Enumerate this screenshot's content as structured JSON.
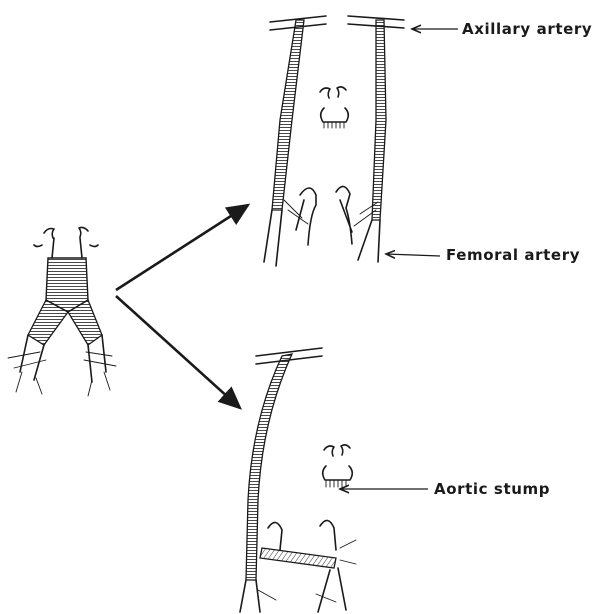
{
  "labels": {
    "axillary": "Axillary artery",
    "femoral": "Femoral artery",
    "stump": "Aortic stump"
  },
  "colors": {
    "ink": "#1a1a1a",
    "background": "#ffffff"
  }
}
